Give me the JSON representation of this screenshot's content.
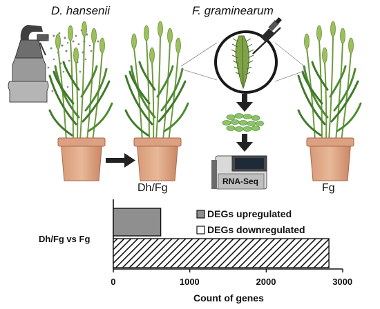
{
  "labels": {
    "microbe": "D. hansenii",
    "pathogen": "F. graminearum",
    "treated": "Dh/Fg",
    "control": "Fg",
    "machine": "RNA-Seq"
  },
  "chart_data": {
    "type": "bar",
    "orientation": "horizontal",
    "categories": [
      "Dh/Fg vs Fg"
    ],
    "series": [
      {
        "name": "DEGs upregulated",
        "values": [
          620
        ],
        "color": "#8f8f8f",
        "pattern": "solid"
      },
      {
        "name": "DEGs downregulated",
        "values": [
          2820
        ],
        "color": "#ffffff",
        "pattern": "diagonal-hatch"
      }
    ],
    "xlabel": "Count of genes",
    "xlim": [
      0,
      3000
    ],
    "xticks": [
      0,
      1000,
      2000,
      3000
    ],
    "legend": "top-right-inside",
    "grid": false
  }
}
